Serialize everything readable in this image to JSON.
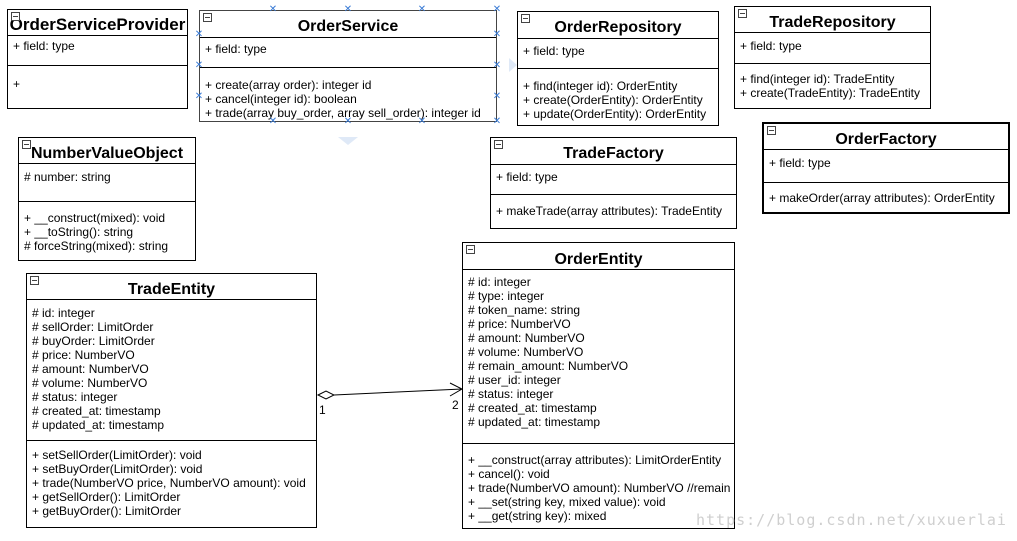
{
  "classes": [
    {
      "id": "order-service-provider",
      "name": "OrderServiceProvider",
      "attributes": [
        "+ field: type"
      ],
      "operations": [
        "+"
      ]
    },
    {
      "id": "order-service",
      "name": "OrderService",
      "attributes": [
        "+ field: type"
      ],
      "operations": [
        "+ create(array order): integer id",
        "+ cancel(integer id): boolean",
        "+ trade(array buy_order, array sell_order): integer id"
      ]
    },
    {
      "id": "order-repository",
      "name": "OrderRepository",
      "attributes": [
        "+ field: type"
      ],
      "operations": [
        "+ find(integer id): OrderEntity",
        "+ create(OrderEntity): OrderEntity",
        "+ update(OrderEntity): OrderEntity"
      ]
    },
    {
      "id": "trade-repository",
      "name": "TradeRepository",
      "attributes": [
        "+ field: type"
      ],
      "operations": [
        "+ find(integer id): TradeEntity",
        "+ create(TradeEntity): TradeEntity"
      ]
    },
    {
      "id": "number-value-object",
      "name": "NumberValueObject",
      "attributes": [
        "# number: string"
      ],
      "operations": [
        "+ __construct(mixed): void",
        "+ __toString(): string",
        "# forceString(mixed): string"
      ]
    },
    {
      "id": "trade-factory",
      "name": "TradeFactory",
      "attributes": [
        "+ field: type"
      ],
      "operations": [
        "+ makeTrade(array attributes): TradeEntity"
      ]
    },
    {
      "id": "order-factory",
      "name": "OrderFactory",
      "attributes": [
        "+ field: type"
      ],
      "operations": [
        "+ makeOrder(array attributes): OrderEntity"
      ]
    },
    {
      "id": "trade-entity",
      "name": "TradeEntity",
      "attributes": [
        "# id: integer",
        "# sellOrder: LimitOrder",
        "# buyOrder: LimitOrder",
        "# price: NumberVO",
        "# amount: NumberVO",
        "# volume: NumberVO",
        "# status: integer",
        "# created_at: timestamp",
        "# updated_at: timestamp"
      ],
      "operations": [
        "+ setSellOrder(LimitOrder): void",
        "+ setBuyOrder(LimitOrder): void",
        "+ trade(NumberVO price, NumberVO amount): void",
        "+ getSellOrder(): LimitOrder",
        "+ getBuyOrder(): LimitOrder"
      ]
    },
    {
      "id": "order-entity",
      "name": "OrderEntity",
      "attributes": [
        "# id: integer",
        "# type: integer",
        "# token_name: string",
        "# price: NumberVO",
        "# amount: NumberVO",
        "# volume: NumberVO",
        "# remain_amount: NumberVO",
        "# user_id: integer",
        "# status: integer",
        "# created_at: timestamp",
        "# updated_at: timestamp"
      ],
      "operations": [
        "+ __construct(array attributes): LimitOrderEntity",
        "+ cancel(): void",
        "+ trade(NumberVO amount): NumberVO //remain",
        "+ __set(string key, mixed value): void",
        "+ __get(string key): mixed"
      ]
    }
  ],
  "association": {
    "from": "TradeEntity",
    "to": "OrderEntity",
    "from_multiplicity": "1",
    "to_multiplicity": "2",
    "kind": "aggregation"
  },
  "watermark": "https://blog.csdn.net/xuxuerlai"
}
